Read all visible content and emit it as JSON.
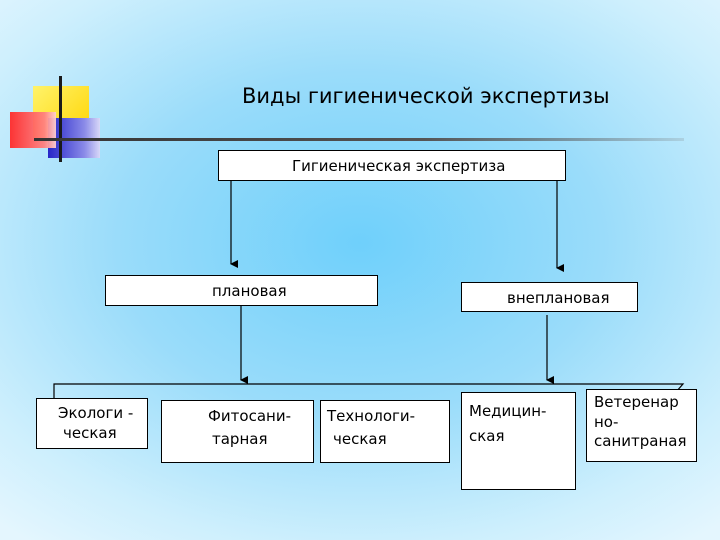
{
  "title": "Виды гигиенической экспертизы",
  "root": {
    "label": "Гигиеническая экспертиза"
  },
  "level2": {
    "planned": "плановая",
    "unplanned": "внеплановая"
  },
  "level3": {
    "ecological": [
      "Экологи -",
      "ческая"
    ],
    "phytosanitary": [
      "Фитосани-",
      "тарная"
    ],
    "technological": [
      "Технологи-",
      "ческая"
    ],
    "medical": [
      "Медицин-",
      "ская"
    ],
    "veterinary": [
      "Ветеренар",
      "но-",
      "санитраная"
    ]
  },
  "colors": {
    "decor_yellow": "#ffe733",
    "decor_red": "#ff3b3b",
    "decor_blue": "#3a3ad6",
    "line": "#000000"
  }
}
